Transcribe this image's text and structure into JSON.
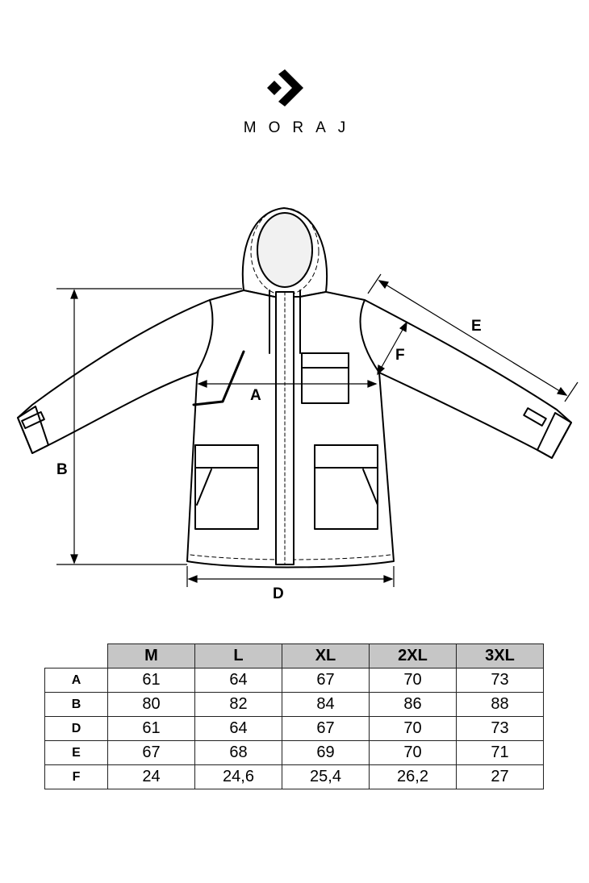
{
  "brand": {
    "name": "MORAJ",
    "logo_icon": "moraj-chevron-diamond-icon"
  },
  "diagram": {
    "labels": {
      "A": "A",
      "B": "B",
      "D": "D",
      "E": "E",
      "F": "F"
    }
  },
  "size_table": {
    "sizes": [
      "M",
      "L",
      "XL",
      "2XL",
      "3XL"
    ],
    "rows": [
      {
        "label": "A",
        "values": [
          "61",
          "64",
          "67",
          "70",
          "73"
        ]
      },
      {
        "label": "B",
        "values": [
          "80",
          "82",
          "84",
          "86",
          "88"
        ]
      },
      {
        "label": "D",
        "values": [
          "61",
          "64",
          "67",
          "70",
          "73"
        ]
      },
      {
        "label": "E",
        "values": [
          "67",
          "68",
          "69",
          "70",
          "71"
        ]
      },
      {
        "label": "F",
        "values": [
          "24",
          "24,6",
          "25,4",
          "26,2",
          "27"
        ]
      }
    ],
    "header_color": "#c6c6c6"
  }
}
